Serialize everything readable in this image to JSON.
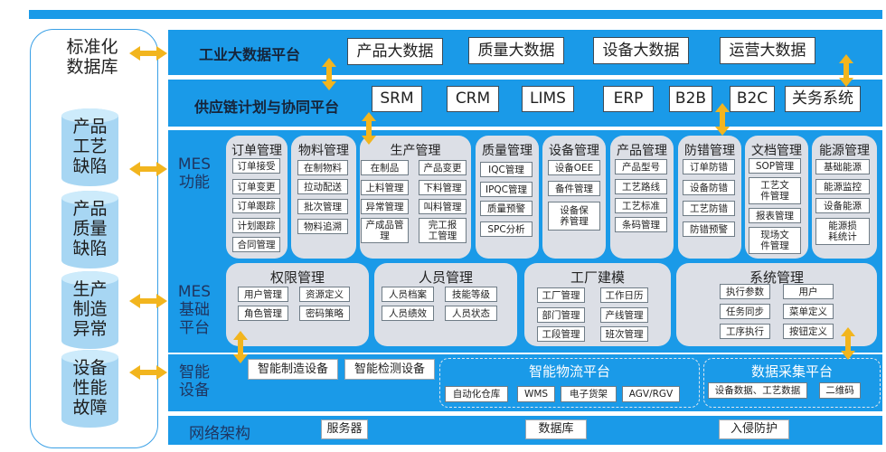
{
  "left_panel": {
    "title": "标准化\n数据库",
    "cylinders": [
      "产品\n工艺\n缺陷",
      "产品\n质量\n缺陷",
      "生产\n制造\n异常",
      "设备\n性能\n故障"
    ]
  },
  "industrial_platform": {
    "title": "工业大数据平台",
    "items": [
      "产品大数据",
      "质量大数据",
      "设备大数据",
      "运营大数据"
    ]
  },
  "supply_chain": {
    "title": "供应链计划与协同平台",
    "items": [
      "SRM",
      "CRM",
      "LIMS",
      "ERP",
      "B2B",
      "B2C",
      "关务系统"
    ]
  },
  "mes_function": {
    "label": "MES\n功能",
    "modules": [
      {
        "title": "订单管理",
        "items": [
          "订单接受",
          "订单变更",
          "订单跟踪",
          "计划跟踪",
          "合同管理"
        ]
      },
      {
        "title": "物料管理",
        "items": [
          "在制物料",
          "拉动配送",
          "批次管理",
          "物料追溯"
        ]
      },
      {
        "title": "生产管理",
        "items": [
          "在制品",
          "产品变更",
          "上料管理",
          "下料管理",
          "异常管理",
          "叫料管理",
          "产成品管\n理",
          "完工报\n工管理"
        ]
      },
      {
        "title": "质量管理",
        "items": [
          "IQC管理",
          "IPQC管理",
          "质量预警",
          "SPC分析"
        ]
      },
      {
        "title": "设备管理",
        "items": [
          "设备OEE",
          "备件管理",
          "设备保\n养管理"
        ]
      },
      {
        "title": "产品管理",
        "items": [
          "产品型号",
          "工艺路线",
          "工艺标准",
          "条码管理"
        ]
      },
      {
        "title": "防错管理",
        "items": [
          "订单防错",
          "设备防错",
          "工艺防错",
          "防错预警"
        ]
      },
      {
        "title": "文档管理",
        "items": [
          "SOP管理",
          "工艺文\n件管理",
          "报表管理",
          "现场文\n件管理"
        ]
      },
      {
        "title": "能源管理",
        "items": [
          "基础能源",
          "能源监控",
          "设备能源",
          "能源损\n耗统计"
        ]
      }
    ]
  },
  "mes_base": {
    "label": "MES\n基础\n平台",
    "modules": [
      {
        "title": "权限管理",
        "items": [
          "用户管理",
          "资源定义",
          "角色管理",
          "密码策略"
        ]
      },
      {
        "title": "人员管理",
        "items": [
          "人员档案",
          "技能等级",
          "人员绩效",
          "人员状态"
        ]
      },
      {
        "title": "工厂建模",
        "items": [
          "工厂管理",
          "工作日历",
          "部门管理",
          "产线管理",
          "工段管理",
          "班次管理"
        ]
      },
      {
        "title": "系统管理",
        "items": [
          "执行参数",
          "用户",
          "任务同步",
          "菜单定义",
          "工序执行",
          "按钮定义"
        ]
      }
    ]
  },
  "smart_equipment": {
    "label": "智能\n设备",
    "items": [
      "智能制造设备",
      "智能检测设备"
    ],
    "logistics": {
      "title": "智能物流平台",
      "items": [
        "自动化仓库",
        "WMS",
        "电子货架",
        "AGV/RGV"
      ]
    },
    "collection": {
      "title": "数据采集平台",
      "items": [
        "设备数据、工艺数据",
        "二维码"
      ]
    }
  },
  "network": {
    "label": "网络架构",
    "items": [
      "服务器",
      "数据库",
      "入侵防护"
    ]
  },
  "colors": {
    "band": "#1a9ae8",
    "card": "#dcdfe6",
    "cylinder": "#a7d6f3",
    "arrow": "#f2b51e"
  }
}
